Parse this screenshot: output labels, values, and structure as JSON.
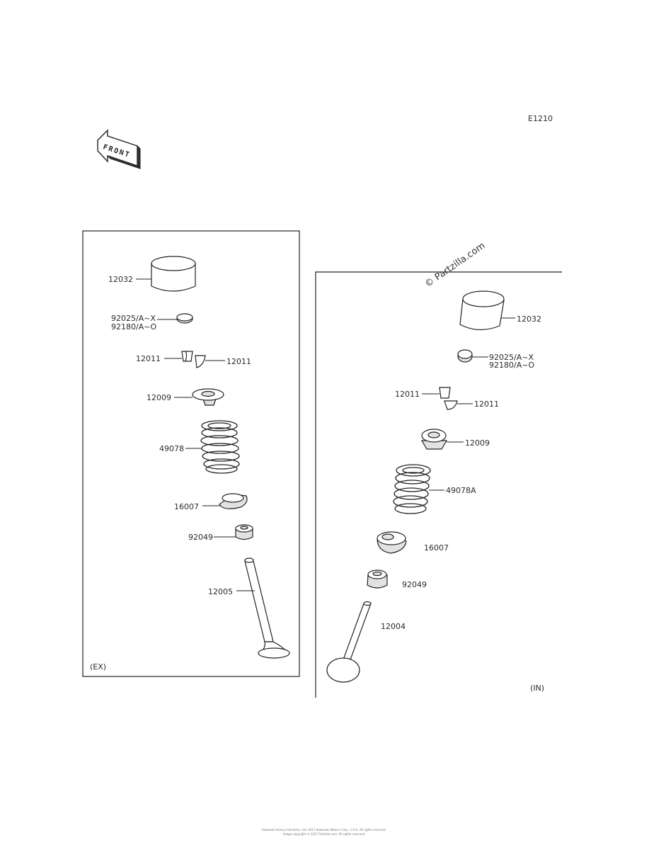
{
  "diagram_code": "E1210",
  "front_arrow_text": "FRONT",
  "watermark": "© Partzilla.com",
  "footer_line_1": "Kawasaki Heavy Industries, Ltd. 2017 Kawasaki Motors Corp., U.S.A. All rights reserved.",
  "footer_line_2": "Image copyright © 2017 Partzilla.com. All rights reserved.",
  "panels": {
    "exhaust": {
      "label": "(EX)",
      "parts": {
        "lifter": "12032",
        "shim_a": "92025/A~X",
        "shim_b": "92180/A~O",
        "cotter_left": "12011",
        "cotter_right": "12011",
        "retainer": "12009",
        "spring": "49078",
        "seat": "16007",
        "seal": "92049",
        "valve": "12005"
      }
    },
    "intake": {
      "label": "(IN)",
      "parts": {
        "lifter": "12032",
        "shim_a": "92025/A~X",
        "shim_b": "92180/A~O",
        "cotter_left": "12011",
        "cotter_right": "12011",
        "retainer": "12009",
        "spring": "49078A",
        "seat": "16007",
        "seal": "92049",
        "valve": "12004"
      }
    }
  }
}
